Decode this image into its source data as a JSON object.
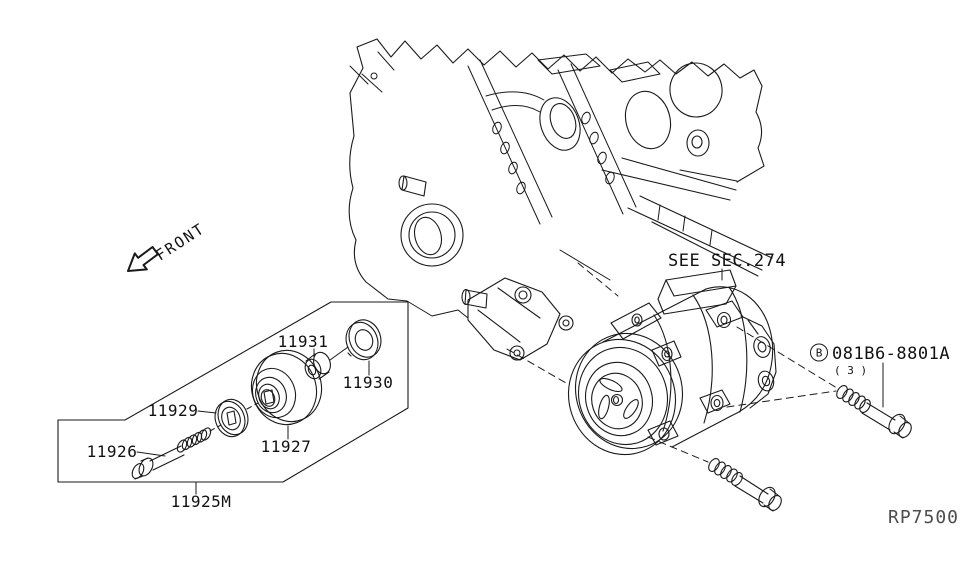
{
  "figure": {
    "front_label": "FRONT",
    "see_section_label": "SEE SEC.274",
    "hardware_callout": {
      "symbol": "B",
      "part_number": "081B6-8801A",
      "quantity": "( 3 )"
    },
    "figure_code": "RP7500",
    "callouts": {
      "collar": "11931",
      "washer_outer": "11930",
      "cover": "11929",
      "bolt": "11926",
      "pulley": "11927",
      "assembly": "11925M"
    },
    "colors": {
      "background": "#ffffff",
      "line": "#1a1a1a",
      "text": "#111111",
      "muted_text": "#4d4d4d"
    }
  }
}
